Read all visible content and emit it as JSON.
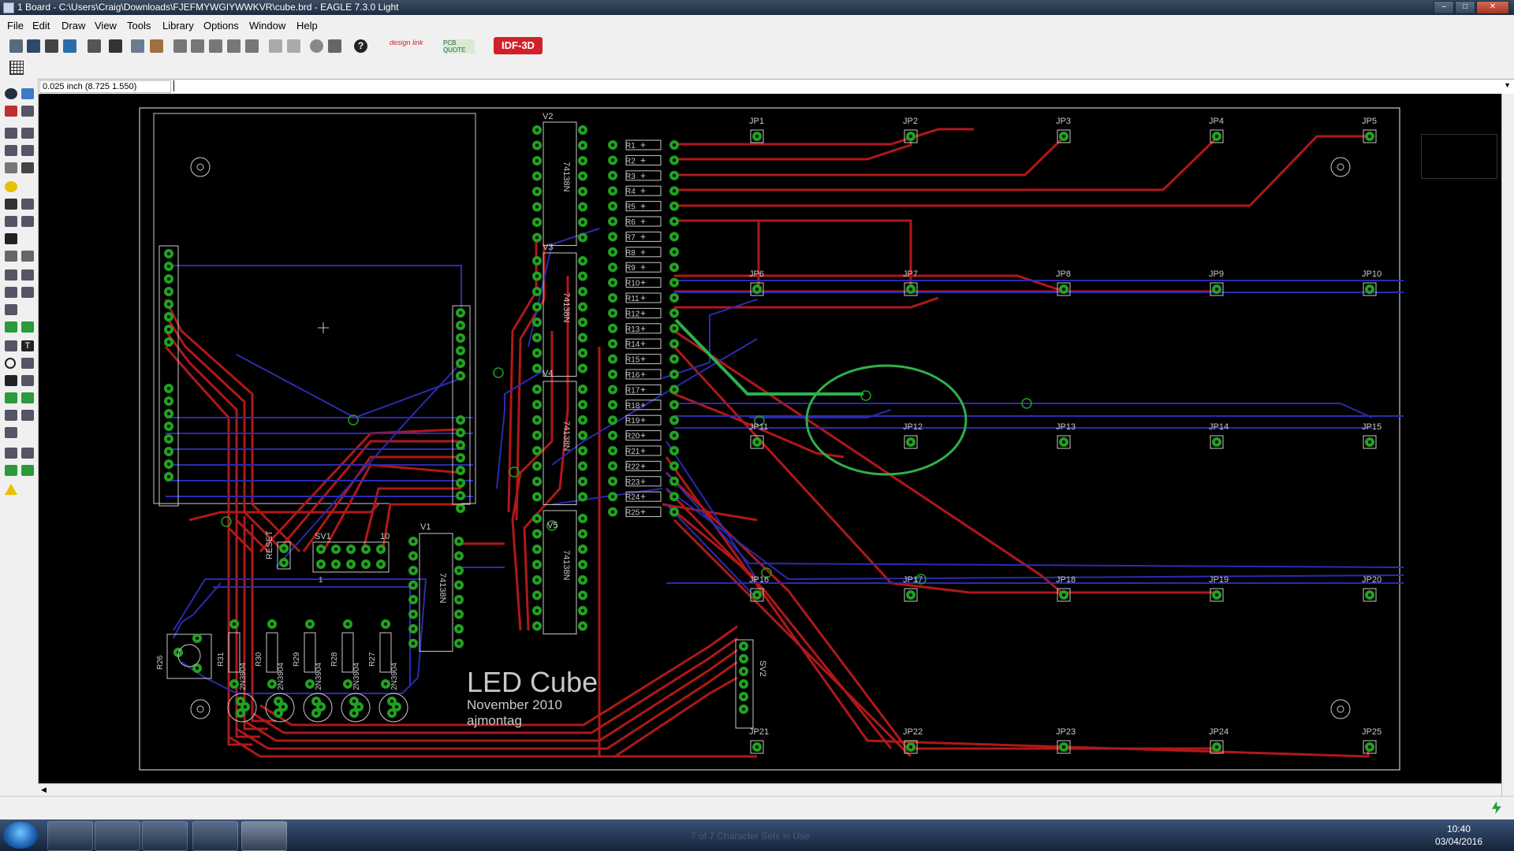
{
  "window": {
    "title": "1 Board - C:\\Users\\Craig\\Downloads\\FJEFMYWGIYWWKVR\\cube.brd - EAGLE 7.3.0 Light"
  },
  "menu": [
    "File",
    "Edit",
    "Draw",
    "View",
    "Tools",
    "Library",
    "Options",
    "Window",
    "Help"
  ],
  "toolbar": {
    "idf3d_label": "IDF-3D",
    "design_link_label": "design link",
    "pcb_quote_label": "PCB QUOTE"
  },
  "command": {
    "coord_readout": "0.025 inch (8.725 1.550)",
    "input_value": ""
  },
  "board": {
    "title": "LED Cube",
    "date": "November 2010",
    "author": "ajmontag",
    "jumpers": [
      "JP1",
      "JP2",
      "JP3",
      "JP4",
      "JP5",
      "JP6",
      "JP7",
      "JP8",
      "JP9",
      "JP10",
      "JP11",
      "JP12",
      "JP13",
      "JP14",
      "JP15",
      "JP16",
      "JP17",
      "JP18",
      "JP19",
      "JP20",
      "JP21",
      "JP22",
      "JP23",
      "JP24",
      "JP25"
    ],
    "resistors": [
      "R1",
      "R2",
      "R3",
      "R4",
      "R5",
      "R6",
      "R7",
      "R8",
      "R9",
      "R10",
      "R11",
      "R12",
      "R13",
      "R14",
      "R15",
      "R16",
      "R17",
      "R18",
      "R19",
      "R20",
      "R21",
      "R22",
      "R23",
      "R24",
      "R25"
    ],
    "ic_names": [
      "V1",
      "V2",
      "V3",
      "V4",
      "V5"
    ],
    "ic_part": "74138N",
    "transistor_part": "2N3904",
    "bottom_resistors": [
      "R31",
      "R30",
      "R29",
      "R28",
      "R27",
      "R26"
    ],
    "connectors": {
      "sv1": "SV1",
      "sv2": "SV2",
      "reset": "RESET",
      "sv1_pin10": "10",
      "sv1_pin1": "1"
    }
  },
  "taskbar": {
    "time": "10:40",
    "date": "03/04/2016",
    "faded_text": "7 of 7 Character Sets in Use"
  },
  "colors": {
    "top_layer": "#b01818",
    "bottom_layer": "#2b2bb0",
    "pad": "#21a121",
    "highlight": "#2fb04a",
    "outline": "#c8c8c8",
    "idf_button": "#d0212b"
  }
}
